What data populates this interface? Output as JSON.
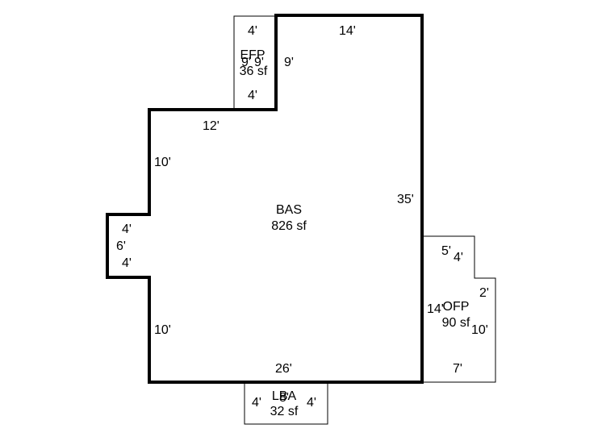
{
  "areas": {
    "bas": {
      "code": "BAS",
      "size": "826 sf"
    },
    "efp": {
      "code": "EFP",
      "size": "36 sf"
    },
    "ofp": {
      "code": "OFP",
      "size": "90 sf"
    },
    "lba": {
      "code": "LBA",
      "size": "32 sf"
    }
  },
  "dimensions": {
    "bas_top": "14'",
    "bas_right": "35'",
    "bas_bottom": "26'",
    "bas_upper_step": "12'",
    "bas_left_upper": "10'",
    "bas_left_lower": "10'",
    "bump_top": "4'",
    "bump_side": "6'",
    "bump_bottom": "4'",
    "efp_top": "4'",
    "efp_bottom": "4'",
    "efp_left": "9'",
    "efp_inner": "9'",
    "efp_right": "9'",
    "ofp_top": "5'",
    "ofp_step": "4'",
    "ofp_step_side": "2'",
    "ofp_left": "14'",
    "ofp_right": "10'",
    "ofp_bottom": "7'",
    "lba_left": "4'",
    "lba_mid": "8'",
    "lba_right": "4'"
  }
}
